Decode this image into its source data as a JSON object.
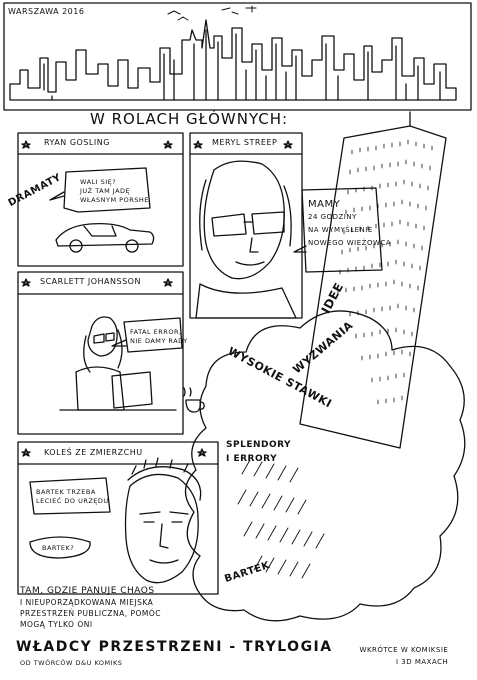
{
  "header": {
    "city_year": "WARSZAWA 2016",
    "cast_title": "W ROLACH GŁÓWNYCH:"
  },
  "panels": {
    "gosling": {
      "name": "RYAN GOSLING",
      "speech": [
        "WALI SIĘ?",
        "JUŻ TAM JADĘ",
        "WŁASNYM PORSHE"
      ],
      "side_label": "DRAMATY"
    },
    "streep": {
      "name": "MERYL STREEP",
      "speech": [
        "MAMY",
        "24 GODZINY",
        "NA WYMYŚLENIE",
        "NOWEGO WIEŻOWCA"
      ]
    },
    "johansson": {
      "name": "SCARLETT JOHANSSON",
      "speech": [
        "FATAL ERROR,",
        "NIE DAMY RADY"
      ]
    },
    "zmierzch": {
      "name": "KOLEŚ ZE ZMIERZCHU",
      "speech1": [
        "BARTEK TRZEBA",
        "LECIEĆ DO URZĘDU"
      ],
      "speech2": "BARTEK?"
    }
  },
  "labels": {
    "idee": "IDEE",
    "wyzwania": "WYZWANIA",
    "wysokie_stawki": "WYSOKIE STAWKI",
    "splendory": [
      "SPLENDORY",
      "I ERRORY"
    ],
    "bartek": "BARTEK"
  },
  "footer": {
    "tagline": [
      "TAM, GDZIE PANUJE CHAOS",
      "I NIEUPORZĄDKOWANA MIEJSKA",
      "PRZESTRZEŃ PUBLICZNA, POMÓC",
      "MOGĄ TYLKO ONI"
    ],
    "title": "WŁADCY PRZESTRZENI - TRYLOGIA",
    "soon": [
      "WKRÓTCE  W KOMIKSIE",
      "I 3D MAXACH"
    ],
    "credits": "OD TWÓRCÓW D&U KOMIKS"
  }
}
